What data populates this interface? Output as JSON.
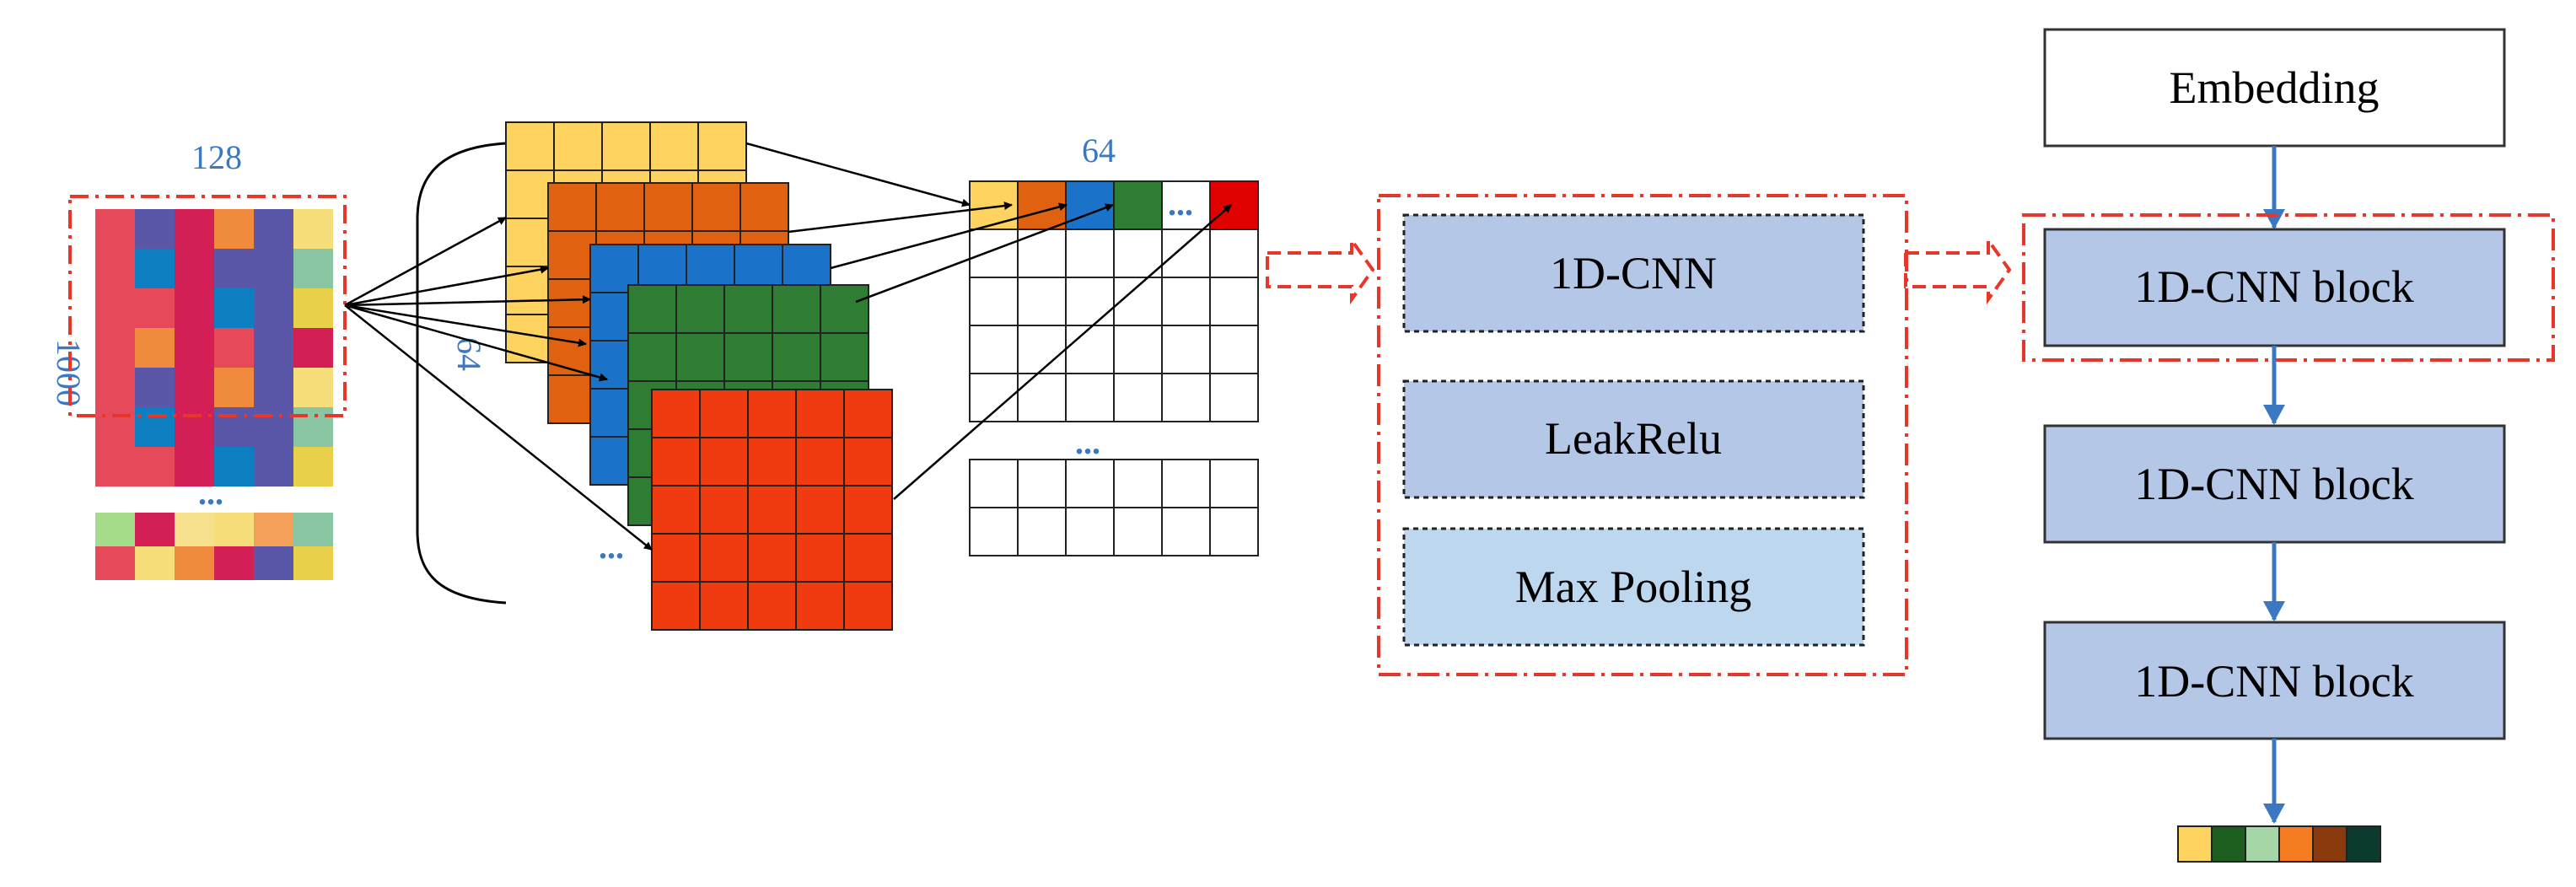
{
  "diagram": {
    "input_matrix": {
      "width_label": "128",
      "height_label": "1000",
      "ellipsis": "...",
      "colors": [
        "#e8d04a",
        "#f08a3c",
        "#a4dc8c",
        "#d31f55",
        "#5a56a8",
        "#2aa3b8",
        "#f6df7a",
        "#0d7fc0",
        "#f4a05a",
        "#89c7a4",
        "#e64a5a",
        "#f7e08c"
      ]
    },
    "feature_maps": {
      "count_label": "64",
      "ellipsis": "...",
      "layer_colors": [
        "#ffd35f",
        "#e06210",
        "#1a73c8",
        "#2e7d32",
        "#f03a10"
      ]
    },
    "output_matrix": {
      "width_label": "64",
      "ellipsis_top": "...",
      "ellipsis_mid": "...",
      "first_row_colors": [
        "#ffd35f",
        "#e06210",
        "#1a73c8",
        "#2e7d32",
        "#ffffff",
        "#e00000"
      ]
    },
    "block_detail": {
      "layers": [
        "1D-CNN",
        "LeakRelu",
        "Max Pooling"
      ]
    },
    "pipeline": {
      "embedding": "Embedding",
      "blocks": [
        "1D-CNN block",
        "1D-CNN block",
        "1D-CNN block"
      ],
      "output_colors": [
        "#ffd35f",
        "#1b5e20",
        "#a5d6a7",
        "#f57c20",
        "#8b3a0e",
        "#0b3b2e"
      ]
    },
    "colors": {
      "accent_red": "#e8362a",
      "flow_blue": "#3a78c2",
      "box_fill": "#b4c7e7",
      "box_fill_light": "#bdd7ee"
    }
  }
}
